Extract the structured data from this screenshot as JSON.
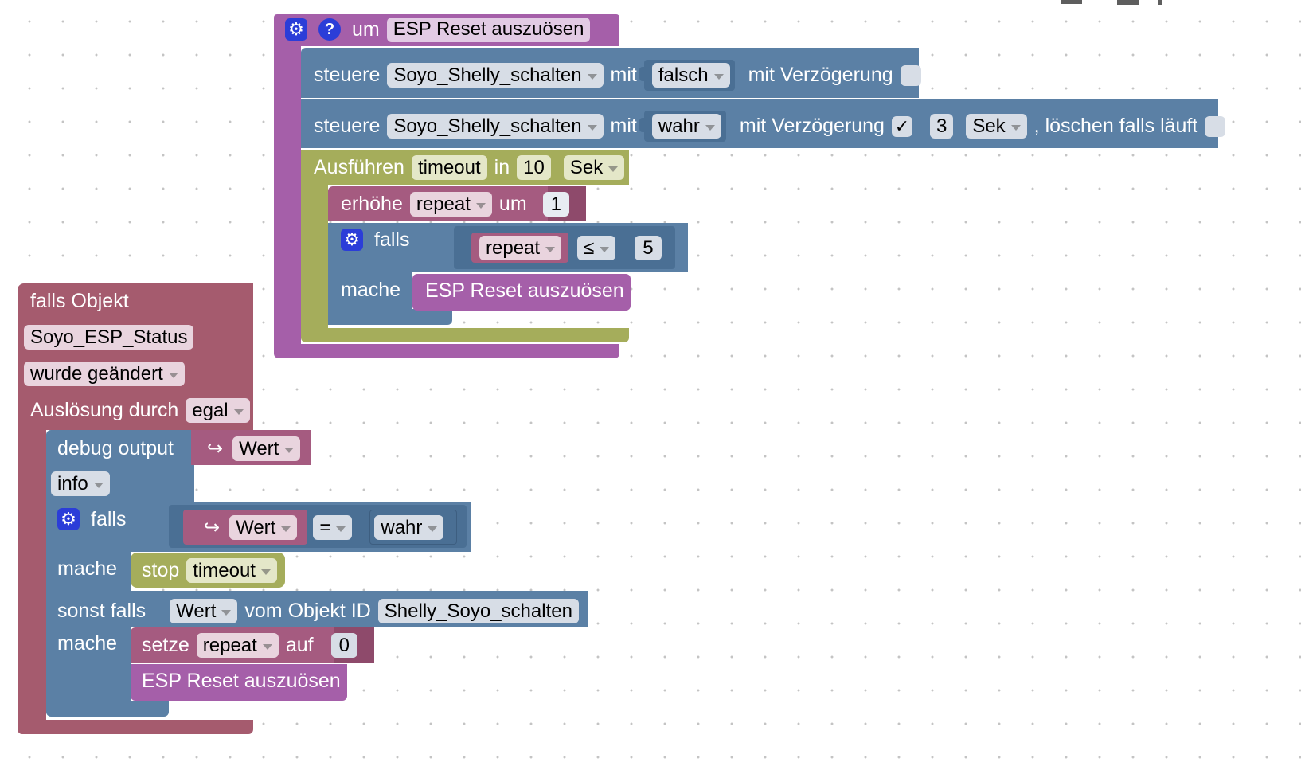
{
  "colors": {
    "procedure": "#a55fa9",
    "procedure_inner": "#b56fbb",
    "control": "#5b80a5",
    "control_dark": "#4a6f94",
    "timeout": "#a5ad5b",
    "variable": "#a55b80",
    "event": "#a55b6e",
    "chip_light": "#e8e2ea",
    "chip_blue": "#d7dde6",
    "chip_green": "#e4e7c8",
    "chip_pink": "#e9d4de",
    "chip_purple": "#e2cbe4",
    "icon_blue": "#2b3dd8"
  },
  "icons": {
    "gear": "gear-icon",
    "help": "question-icon",
    "arrow": "return-arrow-icon",
    "dropdown": "chevron-down-icon",
    "check": "checkbox-checked-icon"
  },
  "glyphs": {
    "gear": "⚙",
    "help": "?",
    "arrow": "↪",
    "check": "✓"
  },
  "procedure_block": {
    "prefix": "um",
    "name": "ESP Reset auszuösen",
    "control1": {
      "label": "steuere",
      "target": "Soyo_Shelly_schalten",
      "with": "mit",
      "value": "falsch",
      "delay_label": "mit Verzögerung",
      "delay_checked": false
    },
    "control2": {
      "label": "steuere",
      "target": "Soyo_Shelly_schalten",
      "with": "mit",
      "value": "wahr",
      "delay_label": "mit Verzögerung",
      "delay_checked": true,
      "delay_value": "3",
      "delay_unit": "Sek",
      "clear_label": ", löschen falls läuft",
      "clear_checked": false
    },
    "timeout": {
      "label": "Ausführen",
      "name": "timeout",
      "in": "in",
      "value": "10",
      "unit": "Sek"
    },
    "increment": {
      "label": "erhöhe",
      "variable": "repeat",
      "by": "um",
      "value": "1"
    },
    "if_block": {
      "if_label": "falls",
      "variable": "repeat",
      "operator": "≤",
      "value": "5",
      "do_label": "mache",
      "call": "ESP Reset auszuösen"
    }
  },
  "event_block": {
    "title": "falls Objekt",
    "object": "Soyo_ESP_Status",
    "condition": "wurde geändert",
    "trigger_label": "Auslösung durch",
    "trigger_value": "egal",
    "debug": {
      "label": "debug output",
      "value": "Wert",
      "level": "info"
    },
    "if_block": {
      "if_label": "falls",
      "left": "Wert",
      "operator": "=",
      "right": "wahr",
      "do_label": "mache",
      "stop_label": "stop",
      "stop_target": "timeout",
      "elseif_label": "sonst falls",
      "elseif_value": "Wert",
      "of_object": "vom Objekt ID",
      "object_id": "Shelly_Soyo_schalten",
      "do2_label": "mache",
      "set_label": "setze",
      "set_variable": "repeat",
      "to": "auf",
      "set_value": "0",
      "call": "ESP Reset auszuösen"
    }
  }
}
